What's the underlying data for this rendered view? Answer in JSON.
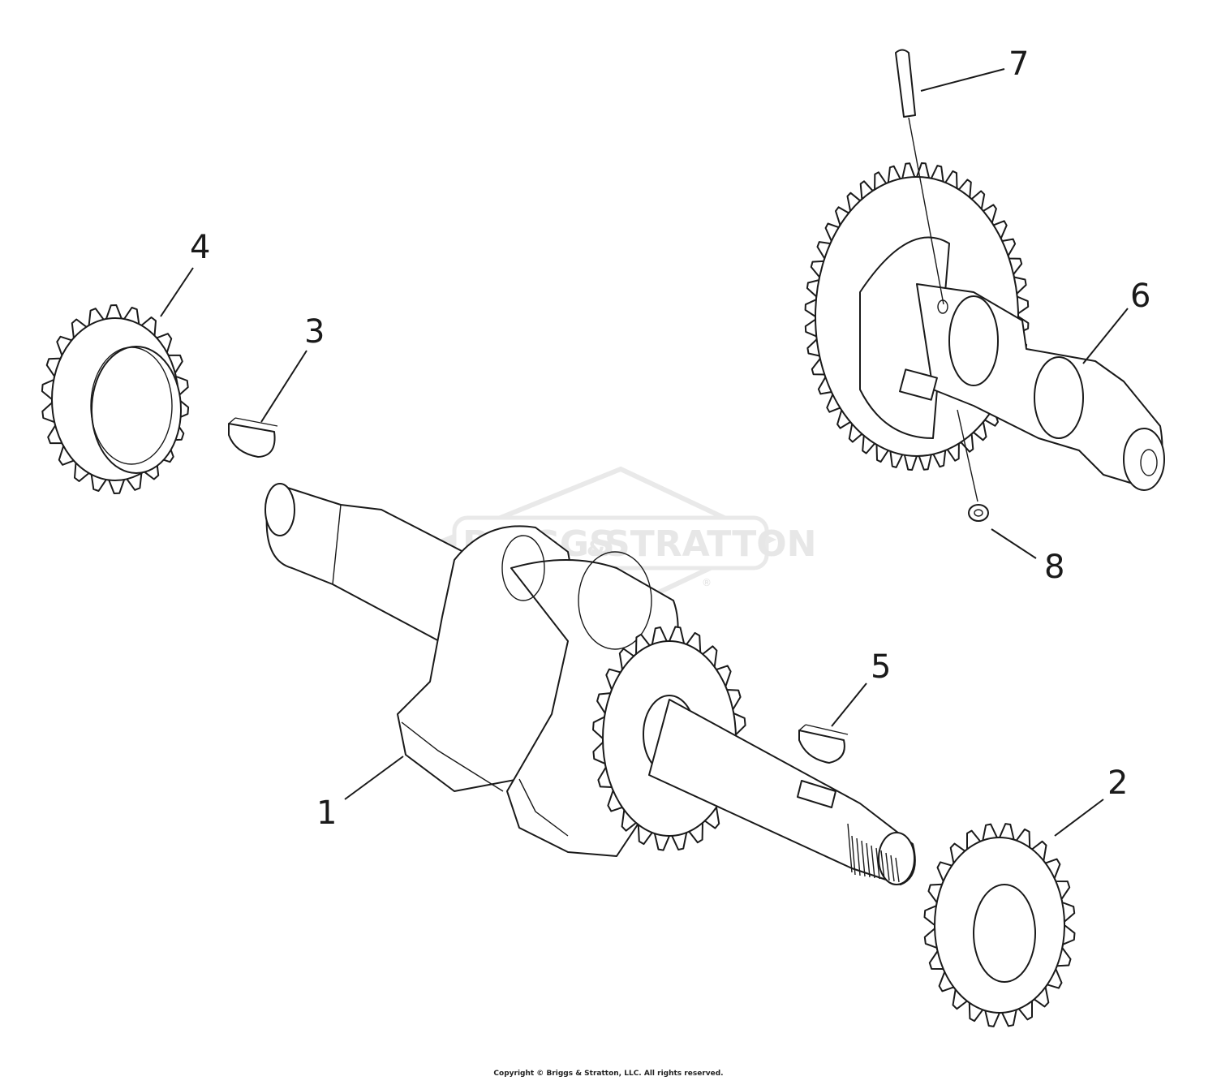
{
  "watermark": {
    "brand_left": "BRIGGS",
    "brand_mid": "&",
    "brand_right": "STRATTON",
    "registered": "®"
  },
  "callouts": [
    "1",
    "2",
    "3",
    "4",
    "5",
    "6",
    "7",
    "8"
  ],
  "parts": [
    {
      "callout": "1",
      "icon": "crankshaft-icon"
    },
    {
      "callout": "2",
      "icon": "gear-icon"
    },
    {
      "callout": "3",
      "icon": "woodruff-key-icon"
    },
    {
      "callout": "4",
      "icon": "gear-icon"
    },
    {
      "callout": "5",
      "icon": "woodruff-key-icon"
    },
    {
      "callout": "6",
      "icon": "camshaft-gear-icon"
    },
    {
      "callout": "7",
      "icon": "pin-icon"
    },
    {
      "callout": "8",
      "icon": "spring-icon"
    }
  ],
  "copyright": "Copyright © Briggs & Stratton, LLC. All rights reserved."
}
